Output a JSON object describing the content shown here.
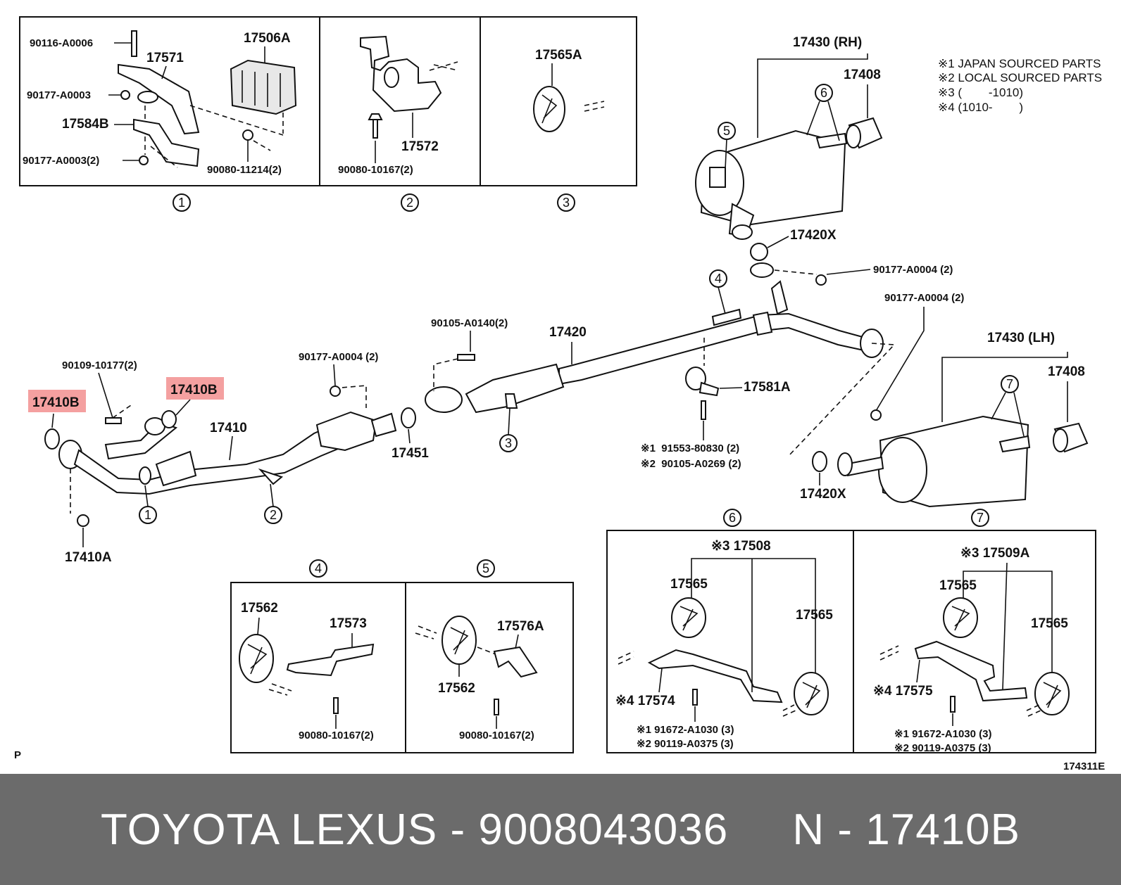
{
  "notes": [
    "※1 JAPAN SOURCED PARTS",
    "※2 LOCAL SOURCED PARTS",
    "※3 (        -1010)",
    "※4 (1010-        )"
  ],
  "circles": [
    "1",
    "2",
    "3",
    "4",
    "5",
    "6",
    "7"
  ],
  "box1": {
    "parts": [
      "90116-A0006",
      "17571",
      "17506A",
      "90177-A0003",
      "17584B",
      "90177-A0003(2)",
      "90080-11214(2)"
    ]
  },
  "box2": {
    "parts": [
      "17572",
      "90080-10167(2)"
    ]
  },
  "box3": {
    "parts": [
      "17565A"
    ]
  },
  "main": {
    "p17430rh": "17430 (RH)",
    "p17408a": "17408",
    "p17420x_a": "17420X",
    "p90177_a0004_a": "90177-A0004 (2)",
    "p90177_a0004_b": "90177-A0004 (2)",
    "p90177_a0004_c": "90177-A0004 (2)",
    "p90105_a0140": "90105-A0140(2)",
    "p17420": "17420",
    "p17581a": "17581A",
    "p91553": "※1  91553-80830 (2)",
    "p90105_a0269": "※2  90105-A0269 (2)",
    "p17430lh": "17430 (LH)",
    "p17408b": "17408",
    "p17420x_b": "17420X",
    "p90109": "90109-10177(2)",
    "p17410b_left": "17410B",
    "p17410b_right": "17410B",
    "p17410": "17410",
    "p17451": "17451",
    "p17410a": "17410A"
  },
  "box4": {
    "parts": [
      "17562",
      "17573",
      "90080-10167(2)"
    ]
  },
  "box5": {
    "parts": [
      "17576A",
      "17562",
      "90080-10167(2)"
    ]
  },
  "box6": {
    "parts": [
      "※3 17508",
      "17565",
      "17565",
      "※4 17574",
      "※1 91672-A1030 (3)",
      "※2 90119-A0375 (3)"
    ]
  },
  "box7": {
    "parts": [
      "※3 17509A",
      "17565",
      "17565",
      "※4 17575",
      "※1 91672-A1030 (3)",
      "※2 90119-A0375 (3)"
    ]
  },
  "corner_mark": "P",
  "figure_code": "174311E",
  "footer": {
    "brand": "TOYOTA LEXUS",
    "sep1": " - ",
    "part_number": "9008043036",
    "gap": "     ",
    "ref": "N - 17410B"
  },
  "colors": {
    "highlight": "#f08080",
    "footer_bg": "#6b6b6b"
  }
}
